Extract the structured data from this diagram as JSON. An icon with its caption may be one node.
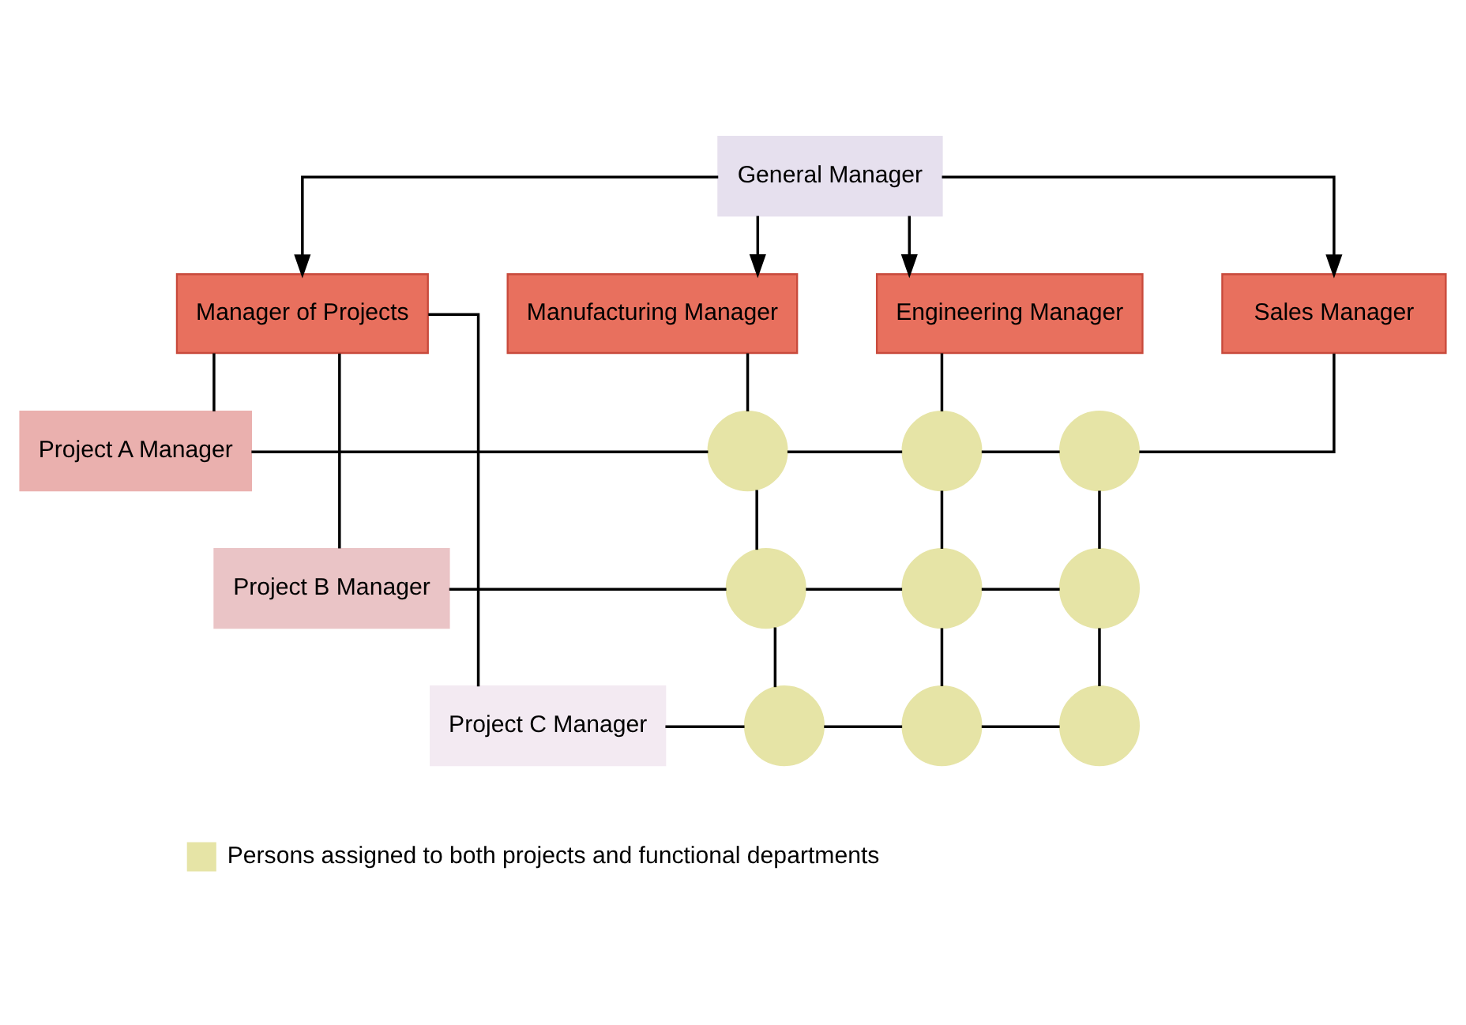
{
  "diagram": {
    "nodes": [
      {
        "text": [
          "General Manager"
        ]
      },
      {
        "text": [
          "Manager of Projects"
        ]
      },
      {
        "text": [
          "Manufacturing Manager"
        ]
      },
      {
        "text": [
          "Engineering Manager"
        ]
      },
      {
        "text": [
          "Sales Manager"
        ]
      },
      {
        "text": [
          "Project A Manager"
        ]
      },
      {
        "text": [
          "Project B Manager"
        ]
      },
      {
        "text": [
          "Project C Manager"
        ]
      },
      {
        "text": [],
        "shape": "circle"
      },
      {
        "text": [],
        "shape": "circle"
      },
      {
        "text": [],
        "shape": "circle"
      },
      {
        "text": [],
        "shape": "circle"
      },
      {
        "text": [],
        "shape": "circle"
      },
      {
        "text": [],
        "shape": "circle"
      },
      {
        "text": [],
        "shape": "circle"
      },
      {
        "text": [],
        "shape": "circle"
      },
      {
        "text": [],
        "shape": "circle"
      }
    ],
    "edges": [
      {
        "from": 0,
        "to": 1,
        "arrow": "to"
      },
      {
        "from": 0,
        "to": 2,
        "arrow": "to"
      },
      {
        "from": 0,
        "to": 3,
        "arrow": "to"
      },
      {
        "from": 0,
        "to": 4,
        "arrow": "to"
      },
      {
        "from": 1,
        "to": 5,
        "arrow": "none"
      },
      {
        "from": 1,
        "to": 6,
        "arrow": "none"
      },
      {
        "from": 1,
        "to": 7,
        "arrow": "none"
      },
      {
        "from": 5,
        "to": 8,
        "arrow": "none"
      },
      {
        "from": 8,
        "to": 9,
        "arrow": "none"
      },
      {
        "from": 9,
        "to": 10,
        "arrow": "none"
      },
      {
        "from": 6,
        "to": 11,
        "arrow": "none"
      },
      {
        "from": 11,
        "to": 12,
        "arrow": "none"
      },
      {
        "from": 12,
        "to": 13,
        "arrow": "none"
      },
      {
        "from": 7,
        "to": 14,
        "arrow": "none"
      },
      {
        "from": 14,
        "to": 15,
        "arrow": "none"
      },
      {
        "from": 15,
        "to": 16,
        "arrow": "none"
      },
      {
        "from": 2,
        "to": 8,
        "arrow": "none"
      },
      {
        "from": 8,
        "to": 11,
        "arrow": "none"
      },
      {
        "from": 11,
        "to": 14,
        "arrow": "none"
      },
      {
        "from": 3,
        "to": 9,
        "arrow": "none"
      },
      {
        "from": 9,
        "to": 12,
        "arrow": "none"
      },
      {
        "from": 12,
        "to": 15,
        "arrow": "none"
      },
      {
        "from": 4,
        "to": 10,
        "arrow": "none"
      },
      {
        "from": 10,
        "to": 13,
        "arrow": "none"
      },
      {
        "from": 13,
        "to": 16,
        "arrow": "none"
      }
    ],
    "legend": [
      {
        "text": "Persons assigned to both projects and functional departments",
        "color": "#e6e4a6"
      }
    ]
  }
}
